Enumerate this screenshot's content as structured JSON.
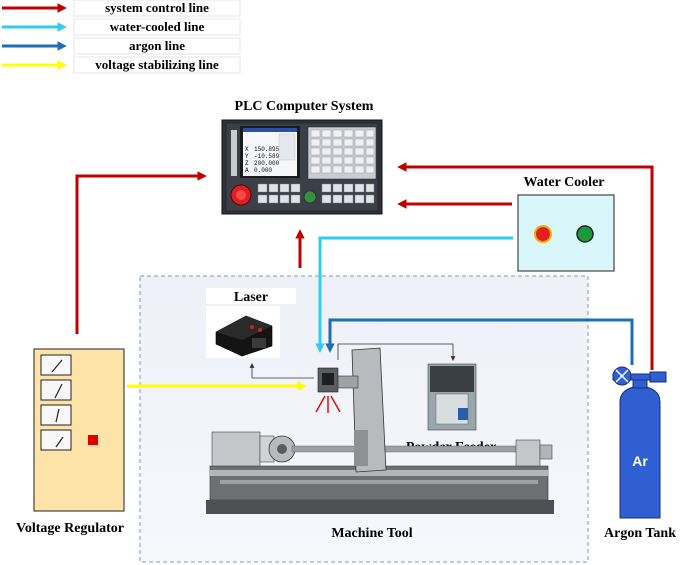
{
  "legend": [
    {
      "label": "system control line",
      "color": "#c00000"
    },
    {
      "label": "water-cooled line",
      "color": "#33ccee"
    },
    {
      "label": "argon line",
      "color": "#1f6fb0"
    },
    {
      "label": "voltage stabilizing line",
      "color": "#ffff00"
    }
  ],
  "components": {
    "plc": "PLC Computer System",
    "water_cooler": "Water Cooler",
    "laser": "Laser",
    "powder_feeder": "Powder Feeder",
    "machine_tool": "Machine Tool",
    "voltage_regulator": "Voltage Regulator",
    "argon_tank": "Argon Tank",
    "argon_symbol": "Ar"
  },
  "plc_screen": {
    "rows": [
      {
        "axis": "X",
        "value": "150.895"
      },
      {
        "axis": "Y",
        "value": "-10.589"
      },
      {
        "axis": "Z",
        "value": "200.000"
      },
      {
        "axis": "A",
        "value": "0.000"
      }
    ]
  },
  "colors": {
    "control": "#c00000",
    "water": "#33ccee",
    "argon": "#1f6fb0",
    "voltage": "#ffff00",
    "regulator_fill": "#fde3a7",
    "cooler_fill": "#d9f7fb",
    "tank_fill": "#2f5fd0"
  }
}
